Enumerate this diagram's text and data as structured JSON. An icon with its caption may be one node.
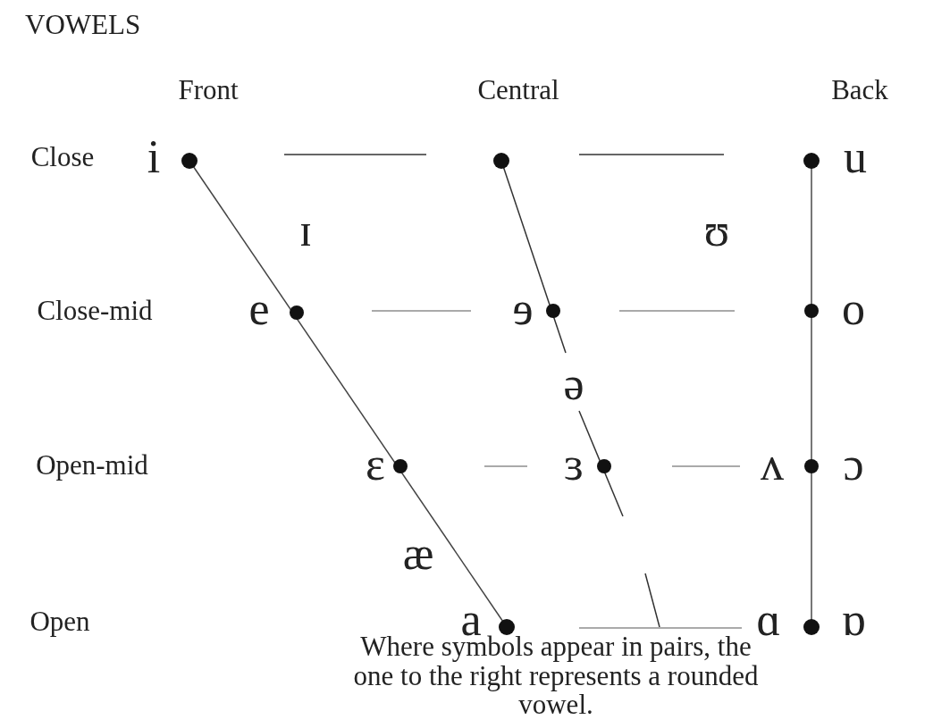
{
  "diagram": {
    "title": "VOWELS",
    "caption": "Where symbols appear in pairs, the one to the right represents a rounded vowel.",
    "labels": [
      "Front",
      "Central",
      "Back",
      "Close",
      "i",
      "u",
      "ɪ",
      "ʊ",
      "Close-mid",
      "e",
      "ɘ",
      "o",
      "ə",
      "Open-mid",
      "ɛ",
      "ɜ",
      "ʌ",
      "ɔ",
      "æ",
      "Open",
      "a",
      "ɑ",
      "ɒ"
    ]
  }
}
